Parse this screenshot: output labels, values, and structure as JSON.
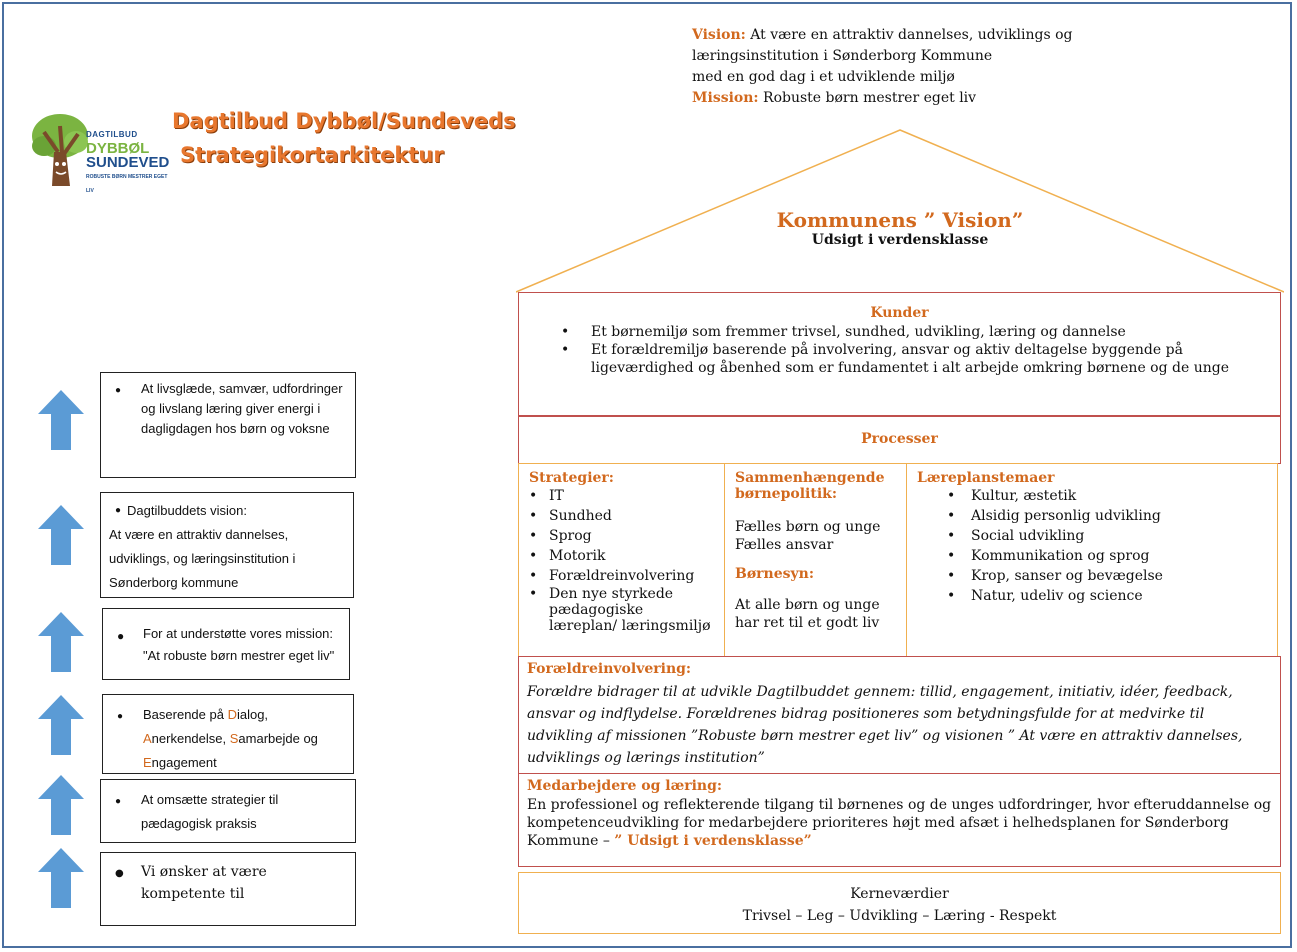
{
  "header": {
    "vision_label": "Vision:",
    "vision_line1": "At være en attraktiv dannelses, udviklings og",
    "vision_line2": "læringsinstitution i Sønderborg Kommune",
    "vision_line3": "med en god dag i et udviklende miljø",
    "mission_label": "Mission:",
    "mission_text": "Robuste børn mestrer eget liv"
  },
  "logo": {
    "line1": "DAGTILBUD",
    "line2": "DYBBØL",
    "line3": "SUNDEVED",
    "line4": "ROBUSTE BØRN MESTRER EGET LIV"
  },
  "title": {
    "line1": "Dagtilbud Dybbøl/Sundeveds",
    "line2": "Strategikortarkitektur"
  },
  "roof": {
    "heading": "Kommunens ” Vision”",
    "subheading": "Udsigt i verdensklasse"
  },
  "kunder": {
    "heading": "Kunder",
    "items": [
      "Et børnemiljø som fremmer trivsel, sundhed, udvikling, læring og dannelse",
      "Et forældremiljø baserende på involvering, ansvar og aktiv deltagelse byggende på ligeværdighed og åbenhed som er fundamentet i alt arbejde omkring børnene og de unge"
    ]
  },
  "processer": {
    "heading": "Processer"
  },
  "strategier": {
    "heading": "Strategier:",
    "items": [
      "IT",
      "Sundhed",
      "Sprog",
      "Motorik",
      "Forældreinvolvering",
      "Den nye styrkede pædagogiske læreplan/ læringsmiljø"
    ]
  },
  "boernepolitik": {
    "heading": "Sammenhængende børnepolitik:",
    "line1": "Fælles børn og unge",
    "line2": "Fælles ansvar",
    "syn_heading": "Børnesyn:",
    "syn_text": "At alle børn og unge har ret til et godt liv"
  },
  "laereplan": {
    "heading": "Læreplanstemaer",
    "items": [
      "Kultur, æstetik",
      "Alsidig personlig udvikling",
      "Social udvikling",
      "Kommunikation og sprog",
      "Krop, sanser og bevægelse",
      "Natur, udeliv og science"
    ]
  },
  "foraeldre": {
    "heading": "Forældreinvolvering:",
    "text": "Forældre bidrager til at udvikle Dagtilbuddet gennem: tillid, engagement, initiativ, idéer, feedback, ansvar og indflydelse. Forældrenes bidrag positioneres som betydningsfulde for at medvirke til udvikling af missionen ”Robuste børn mestrer eget liv” og visionen ” At være en attraktiv dannelses, udviklings og lærings institution”"
  },
  "medarbejdere": {
    "heading": "Medarbejdere og læring:",
    "text": "En professionel og reflekterende tilgang til børnenes og de unges udfordringer, hvor efteruddannelse og kompetenceudvikling for medarbejdere prioriteres højt med afsæt i helhedsplanen for Sønderborg Kommune –",
    "highlight": "” Udsigt i verdensklasse”"
  },
  "kerne": {
    "heading": "Kerneværdier",
    "values": "Trivsel – Leg – Udvikling – Læring - Respekt"
  },
  "left_boxes": [
    {
      "text": "At livsglæde, samvær, udfordringer og livslang læring giver energi i dagligdagen hos børn og voksne"
    },
    {
      "title": "Dagtilbuddets vision:",
      "text": "At være en attraktiv dannelses, udviklings, og læringsinstitution i Sønderborg kommune"
    },
    {
      "text": "For at understøtte vores mission: \"At robuste børn mestrer eget liv\""
    },
    {
      "prefix": "Baserende på ",
      "d": "D",
      "d_rest": "ialog, ",
      "a": "A",
      "a_rest": "nerkendelse, ",
      "s": "S",
      "s_rest": "amarbejde og ",
      "e": "E",
      "e_rest": "ngagement"
    },
    {
      "text": "At omsætte strategier til pædagogisk praksis"
    },
    {
      "text": "Vi ønsker at være kompetente til"
    }
  ],
  "colors": {
    "orange": "#d2691e",
    "arrow_blue": "#5b9bd5",
    "frame": "#4a6fa0"
  }
}
